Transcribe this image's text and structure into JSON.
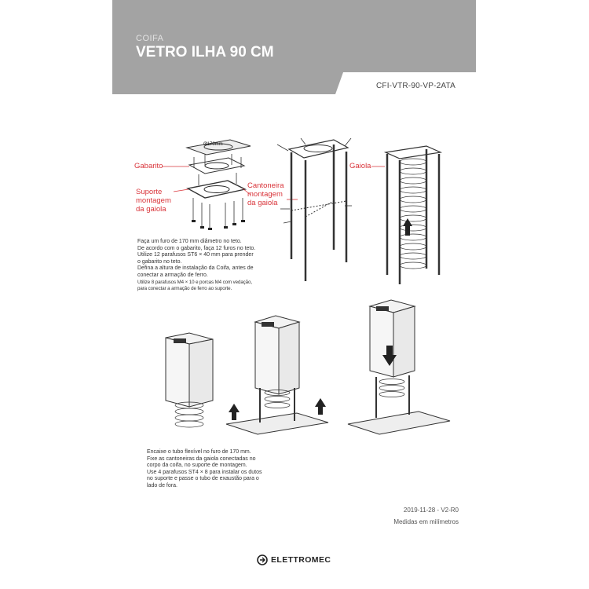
{
  "header": {
    "category": "COIFA",
    "title": "VETRO ILHA 90 CM",
    "model_code": "CFI-VTR-90-VP-2ATA"
  },
  "callouts": {
    "gabarito": "Gabarito",
    "suporte": [
      "Suporte",
      "montagem",
      "da gaiola"
    ],
    "cantoneira": [
      "Cantoneira",
      "montagem",
      "da gaiola"
    ],
    "gaiola": "Gaiola",
    "diameter": "Ø170mm"
  },
  "instructions_top": [
    "Faça um furo de 170 mm diâmetro no teto.",
    "De acordo com o gabarito, faça 12 furos no teto.",
    "Utilize 12 parafusos ST6 × 40 mm para prender",
    "o gabarito no teto.",
    "Defina a altura de instalação da Coifa, antes de",
    "conectar a armação de ferro.",
    "Utilize 8 parafusos M4 × 10 e porcas M4 com vedação,",
    "para conectar a armação de ferro ao suporte."
  ],
  "instructions_bottom": [
    "Encaixe o tubo flexível no furo de 170 mm.",
    "Fixe as cantoneiras da gaiola conectadas no",
    "corpo da coifa, no suporte de montagem.",
    "Use 4 parafusos ST4 × 8 para instalar os dutos",
    "no suporte e passe o tubo de exaustão para o",
    "lado de fora."
  ],
  "meta": {
    "date_version": "2019-11-28 - V2-R0",
    "units_note": "Medidas em milímetros"
  },
  "brand": {
    "name": "ELETTROMEC",
    "icon": "elettromec-logo-icon"
  },
  "colors": {
    "header_gray": "#a3a3a3",
    "callout_red": "#d9343a",
    "line": "#222222"
  }
}
